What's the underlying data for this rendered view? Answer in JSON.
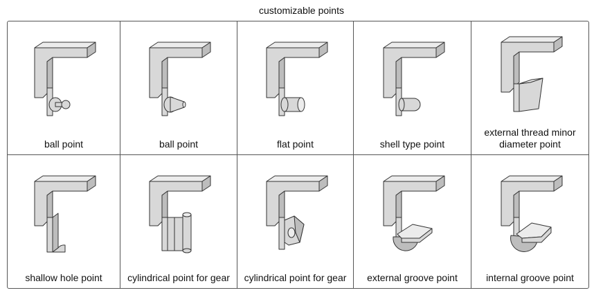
{
  "title": "customizable points",
  "cells": [
    {
      "label": "ball point"
    },
    {
      "label": "ball point"
    },
    {
      "label": "flat point"
    },
    {
      "label": "shell type point"
    },
    {
      "label": "external thread minor diameter point"
    },
    {
      "label": "shallow hole point"
    },
    {
      "label": "cylindrical point for gear"
    },
    {
      "label": "cylindrical point for gear"
    },
    {
      "label": "external groove point"
    },
    {
      "label": "internal groove point"
    }
  ]
}
